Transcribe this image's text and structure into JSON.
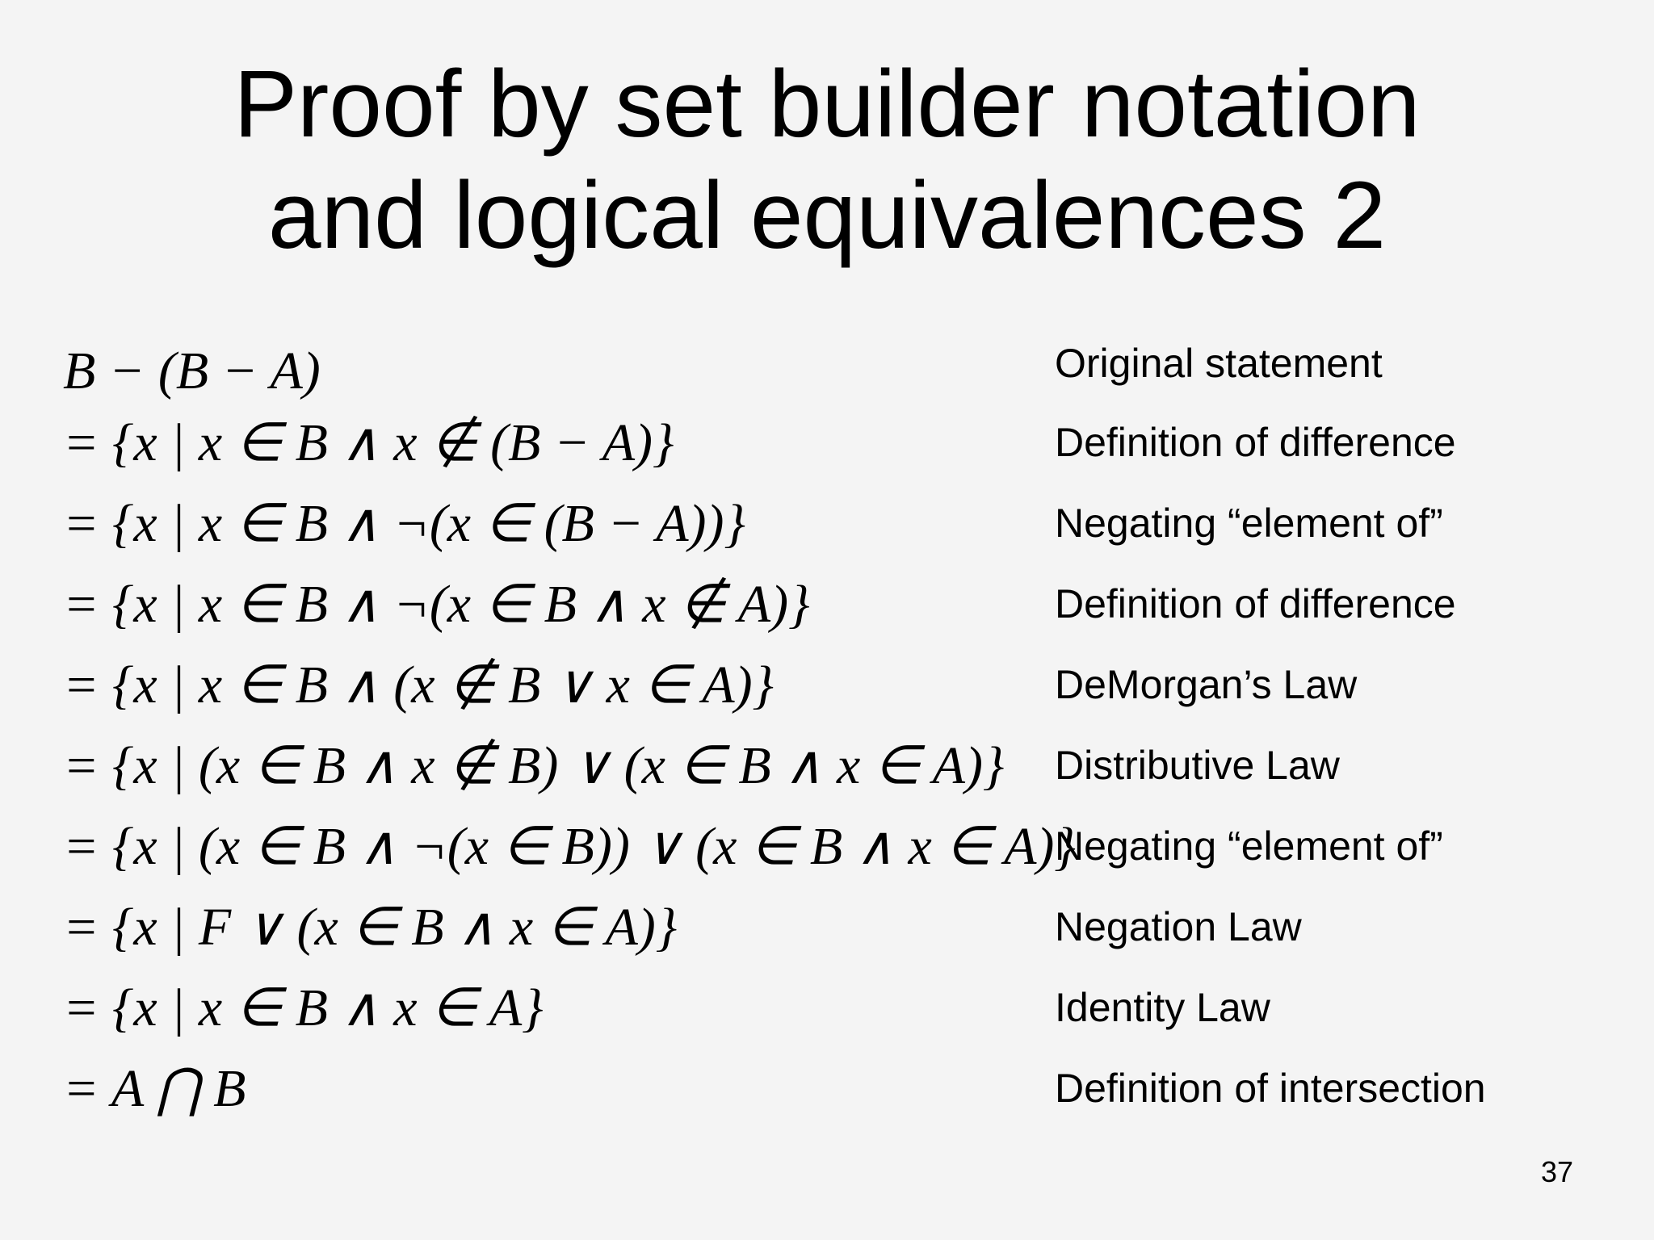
{
  "slide": {
    "title_line1": "Proof by set builder notation",
    "title_line2": "and logical equivalences 2",
    "page_number": "37"
  },
  "steps": [
    {
      "expression": "B − (B − A)",
      "reason": "Original statement"
    },
    {
      "expression": "= {x | x ∈ B ∧ x ∉ (B − A)}",
      "reason": "Definition of difference"
    },
    {
      "expression": "= {x | x ∈ B ∧ ¬(x ∈ (B − A))}",
      "reason": "Negating “element of”"
    },
    {
      "expression": "= {x | x ∈ B ∧ ¬(x ∈ B ∧ x ∉ A)}",
      "reason": "Definition of difference"
    },
    {
      "expression": "= {x | x ∈ B ∧ (x ∉ B ∨ x ∈ A)}",
      "reason": "DeMorgan’s Law"
    },
    {
      "expression": "= {x | (x ∈ B ∧ x ∉ B) ∨ (x ∈ B ∧ x ∈ A)}",
      "reason": "Distributive Law"
    },
    {
      "expression": "= {x | (x ∈ B ∧ ¬(x ∈ B)) ∨ (x ∈ B ∧ x ∈ A)}",
      "reason": "Negating “element of”"
    },
    {
      "expression": "= {x | F ∨ (x ∈ B ∧ x ∈ A)}",
      "reason": "Negation Law"
    },
    {
      "expression": "= {x | x ∈ B ∧ x ∈ A}",
      "reason": "Identity Law"
    },
    {
      "expression": "= A ⋂ B",
      "reason": "Definition of intersection"
    }
  ]
}
